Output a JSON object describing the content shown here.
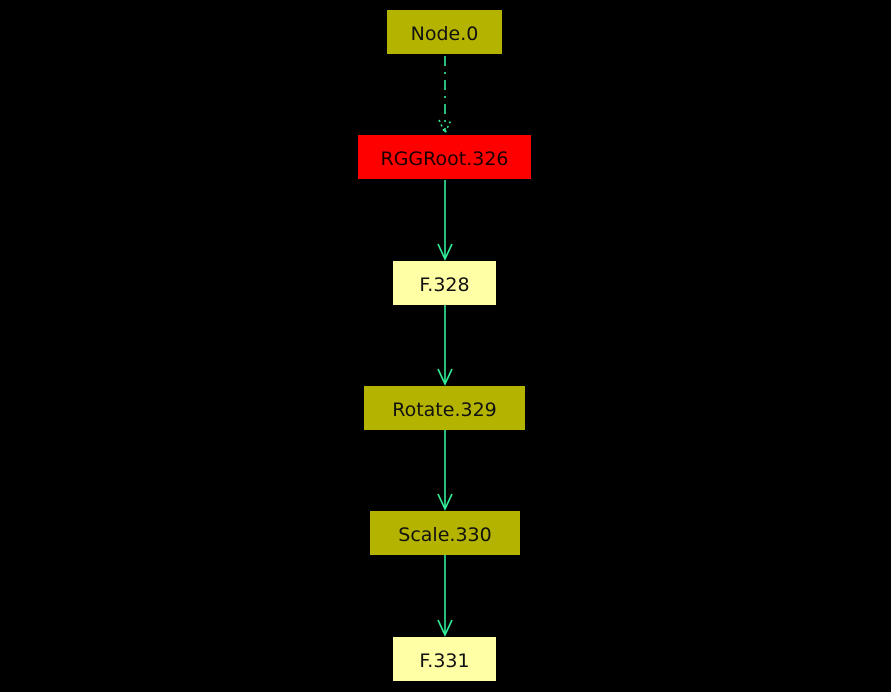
{
  "colors": {
    "background": "#000000",
    "olive_node": "#b3b300",
    "pale_node": "#ffffa6",
    "root_node": "#ff0000",
    "edge": "#33ee99"
  },
  "nodes": {
    "node0": {
      "label": "Node.0",
      "style": "olive"
    },
    "rggroot": {
      "label": "RGGRoot.326",
      "style": "root"
    },
    "f328": {
      "label": "F.328",
      "style": "pale"
    },
    "rotate": {
      "label": "Rotate.329",
      "style": "olive"
    },
    "scale": {
      "label": "Scale.330",
      "style": "olive"
    },
    "f331": {
      "label": "F.331",
      "style": "pale"
    }
  },
  "edges": [
    {
      "from": "node0",
      "to": "rggroot",
      "style": "dashdot"
    },
    {
      "from": "rggroot",
      "to": "f328",
      "style": "solid"
    },
    {
      "from": "f328",
      "to": "rotate",
      "style": "solid"
    },
    {
      "from": "rotate",
      "to": "scale",
      "style": "solid"
    },
    {
      "from": "scale",
      "to": "f331",
      "style": "solid"
    }
  ]
}
